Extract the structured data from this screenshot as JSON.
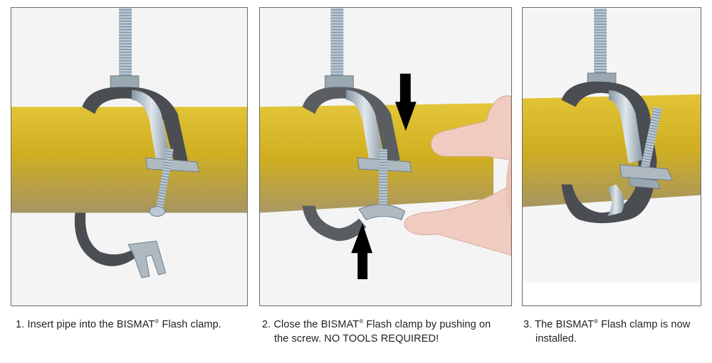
{
  "figure": {
    "title": "BISMAT Flash clamp installation steps",
    "colors": {
      "pipe_yellow": "#d6b524",
      "pipe_shadow": "#9a8a5a",
      "rubber_grey": "#4a4d52",
      "metal_steel": "#b7c3cc",
      "arrow_black": "#000000",
      "frame_grey": "#6b6b6b",
      "skin": "#f0cbc0"
    },
    "steps": [
      {
        "number": "1.",
        "text_before_mark": "Insert pipe into the BISMAT",
        "mark": "®",
        "text_after_mark": " Flash clamp.",
        "line2": "",
        "image": "open-clamp-on-pipe"
      },
      {
        "number": "2.",
        "text_before_mark": "Close the BISMAT",
        "mark": "®",
        "text_after_mark": " Flash clamp by pushing on",
        "line2": "the screw. NO TOOLS REQUIRED!",
        "image": "hand-closing-clamp-with-arrows"
      },
      {
        "number": "3.",
        "text_before_mark": "The BISMAT",
        "mark": "®",
        "text_after_mark": " Flash clamp is now",
        "line2": "installed.",
        "image": "closed-clamp-on-pipe"
      }
    ]
  }
}
